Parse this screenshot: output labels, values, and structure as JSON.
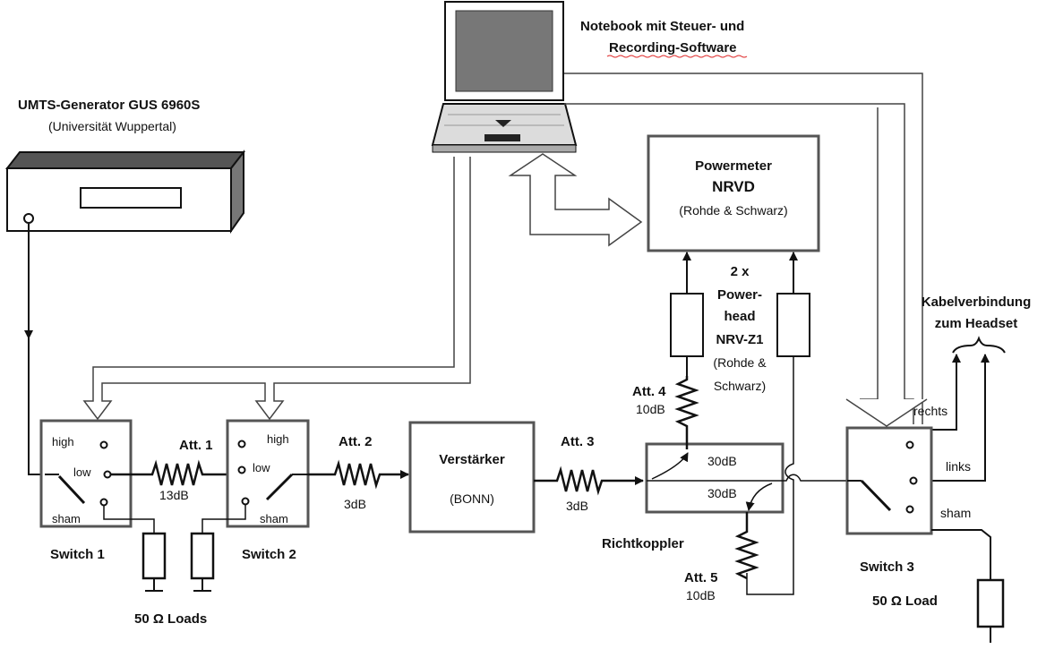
{
  "notebook": {
    "line1": "Notebook mit Steuer-  und",
    "line2": "Recording-Software"
  },
  "generator": {
    "title": "UMTS-Generator GUS 6960S",
    "subtitle": "(Universität Wuppertal)"
  },
  "powermeter": {
    "title": "Powermeter",
    "model": "NRVD",
    "maker": "(Rohde & Schwarz)"
  },
  "powerhead": {
    "line1": "2 x",
    "line2": "Power-",
    "line3": "head",
    "line4": "NRV-Z1",
    "line5": "(Rohde &",
    "line6": "Schwarz)"
  },
  "cable": {
    "line1": "Kabelverbindung",
    "line2": "zum Headset"
  },
  "switch1": {
    "high": "high",
    "low": "low",
    "sham": "sham",
    "name": "Switch 1"
  },
  "switch2": {
    "high": "high",
    "low": "low",
    "sham": "sham",
    "name": "Switch 2"
  },
  "switch3": {
    "rechts": "rechts",
    "links": "links",
    "sham": "sham",
    "name": "Switch 3"
  },
  "att1": {
    "name": "Att. 1",
    "value": "13dB"
  },
  "att2": {
    "name": "Att. 2",
    "value": "3dB"
  },
  "att3": {
    "name": "Att. 3",
    "value": "3dB"
  },
  "att4": {
    "name": "Att. 4",
    "value": "10dB"
  },
  "att5": {
    "name": "Att. 5",
    "value": "10dB"
  },
  "amplifier": {
    "title": "Verstärker",
    "sub": "(BONN)"
  },
  "coupler": {
    "label": "Richtkoppler",
    "db1": "30dB",
    "db2": "30dB"
  },
  "loads": {
    "label": "50 Ω Loads"
  },
  "load3": {
    "label": "50 Ω Load"
  }
}
